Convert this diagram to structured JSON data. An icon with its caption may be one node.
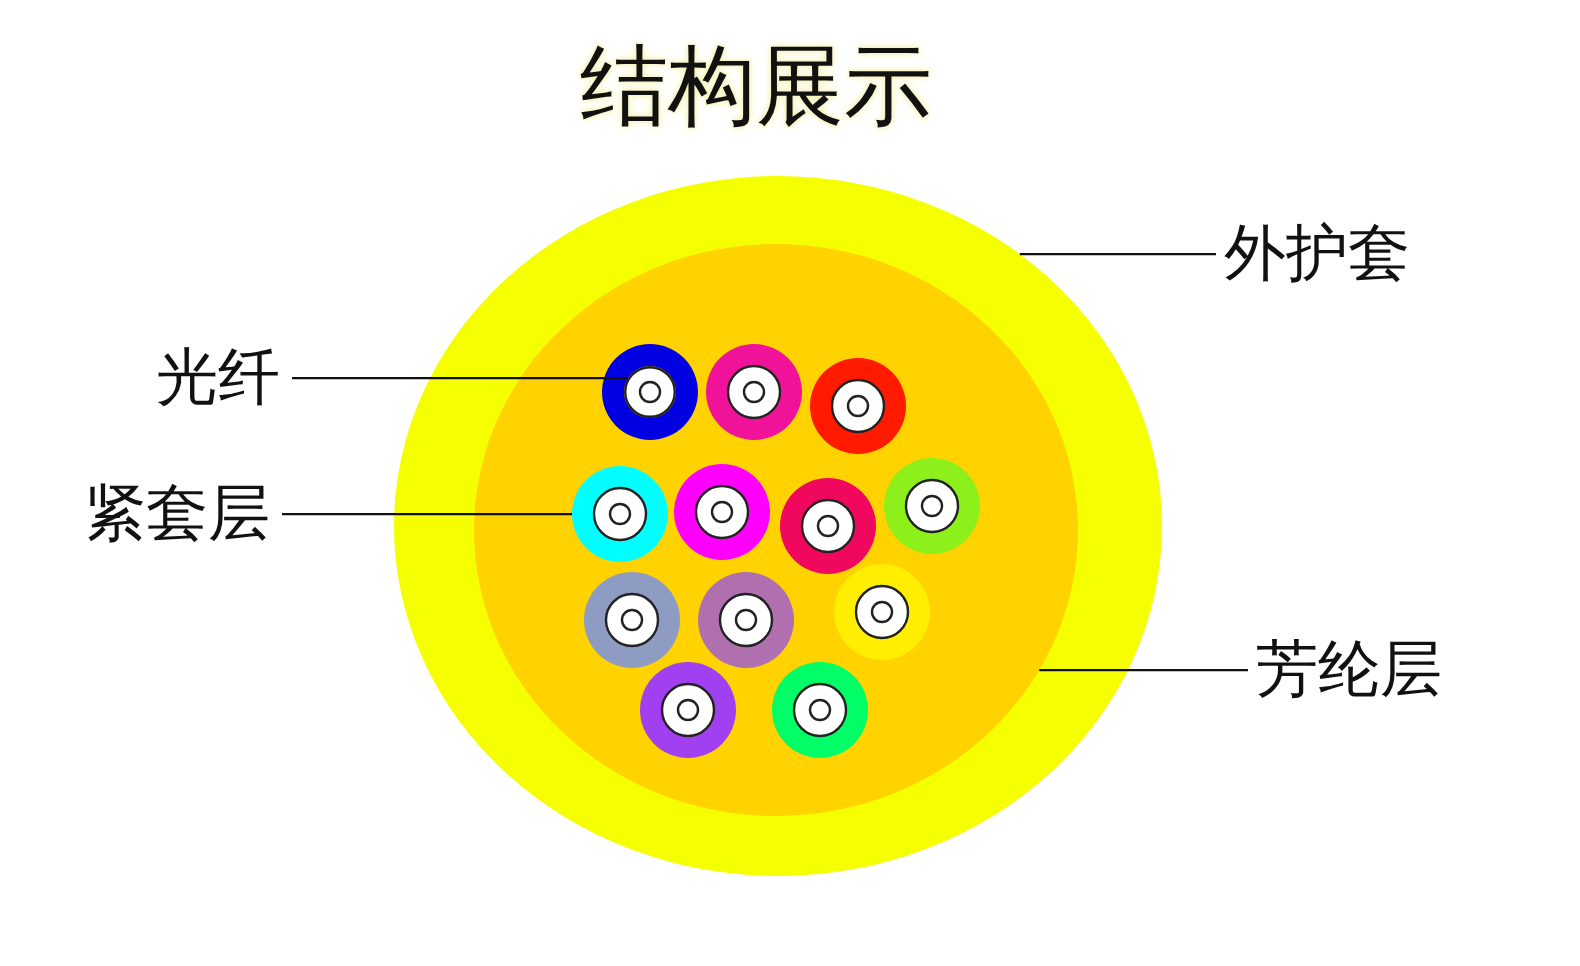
{
  "diagram": {
    "title": "结构展示",
    "nodes": [
      {
        "text": [
          "外护套"
        ]
      },
      {
        "text": [
          "光纤"
        ]
      },
      {
        "text": [
          "紧套层"
        ]
      },
      {
        "text": [
          "芳纶层"
        ]
      },
      {
        "text": [],
        "shape": "circle"
      },
      {
        "text": [],
        "shape": "circle",
        "in": 4
      },
      {
        "text": [],
        "shape": "circle",
        "in": 5
      },
      {
        "text": [],
        "shape": "circle",
        "in": 5
      }
    ],
    "edges": [
      {
        "from": 0,
        "to": 4,
        "arrow": "none"
      },
      {
        "from": 1,
        "to": 6,
        "arrow": "none"
      },
      {
        "from": 2,
        "to": 7,
        "arrow": "none"
      },
      {
        "from": 3,
        "to": 5,
        "arrow": "none"
      }
    ]
  }
}
